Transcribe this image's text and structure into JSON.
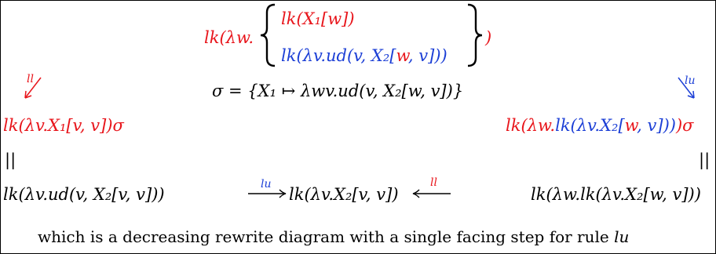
{
  "top_term": {
    "prefix": "lk(λw.",
    "branch_top": "lk(X₁[w])",
    "branch_bottom_pre": "lk(λv.ud(v, X₂[",
    "branch_bottom_w": "w",
    "branch_bottom_post": ", v]))",
    "close": ")"
  },
  "left_arrow_label": "ll",
  "right_arrow_label": "lu",
  "sigma": "σ = {X₁ ↦ λwv.ud(v, X₂[w, v])}",
  "left_instance": "lk(λv.X₁[v, v])σ",
  "right_instance": {
    "outer_open": "lk(λw.",
    "inner_pre": "lk(λv.X₂[",
    "inner_w": "w",
    "inner_post": ", v]))",
    "outer_close": ")σ"
  },
  "equal_left": "||",
  "equal_right": "||",
  "bottom_left": "lk(λv.ud(v, X₂[v, v]))",
  "bottom_mid_arrow_label": "lu",
  "bottom_center": "lk(λv.X₂[v, v])",
  "bottom_mid_arrow_label2": "ll",
  "bottom_right": "lk(λw.lk(λv.X₂[w, v]))",
  "caption_pre": "which is a decreasing rewrite diagram with a single facing step for rule ",
  "caption_rule": "lu",
  "colors": {
    "red": "#e8151b",
    "blue": "#1c3fd6"
  }
}
